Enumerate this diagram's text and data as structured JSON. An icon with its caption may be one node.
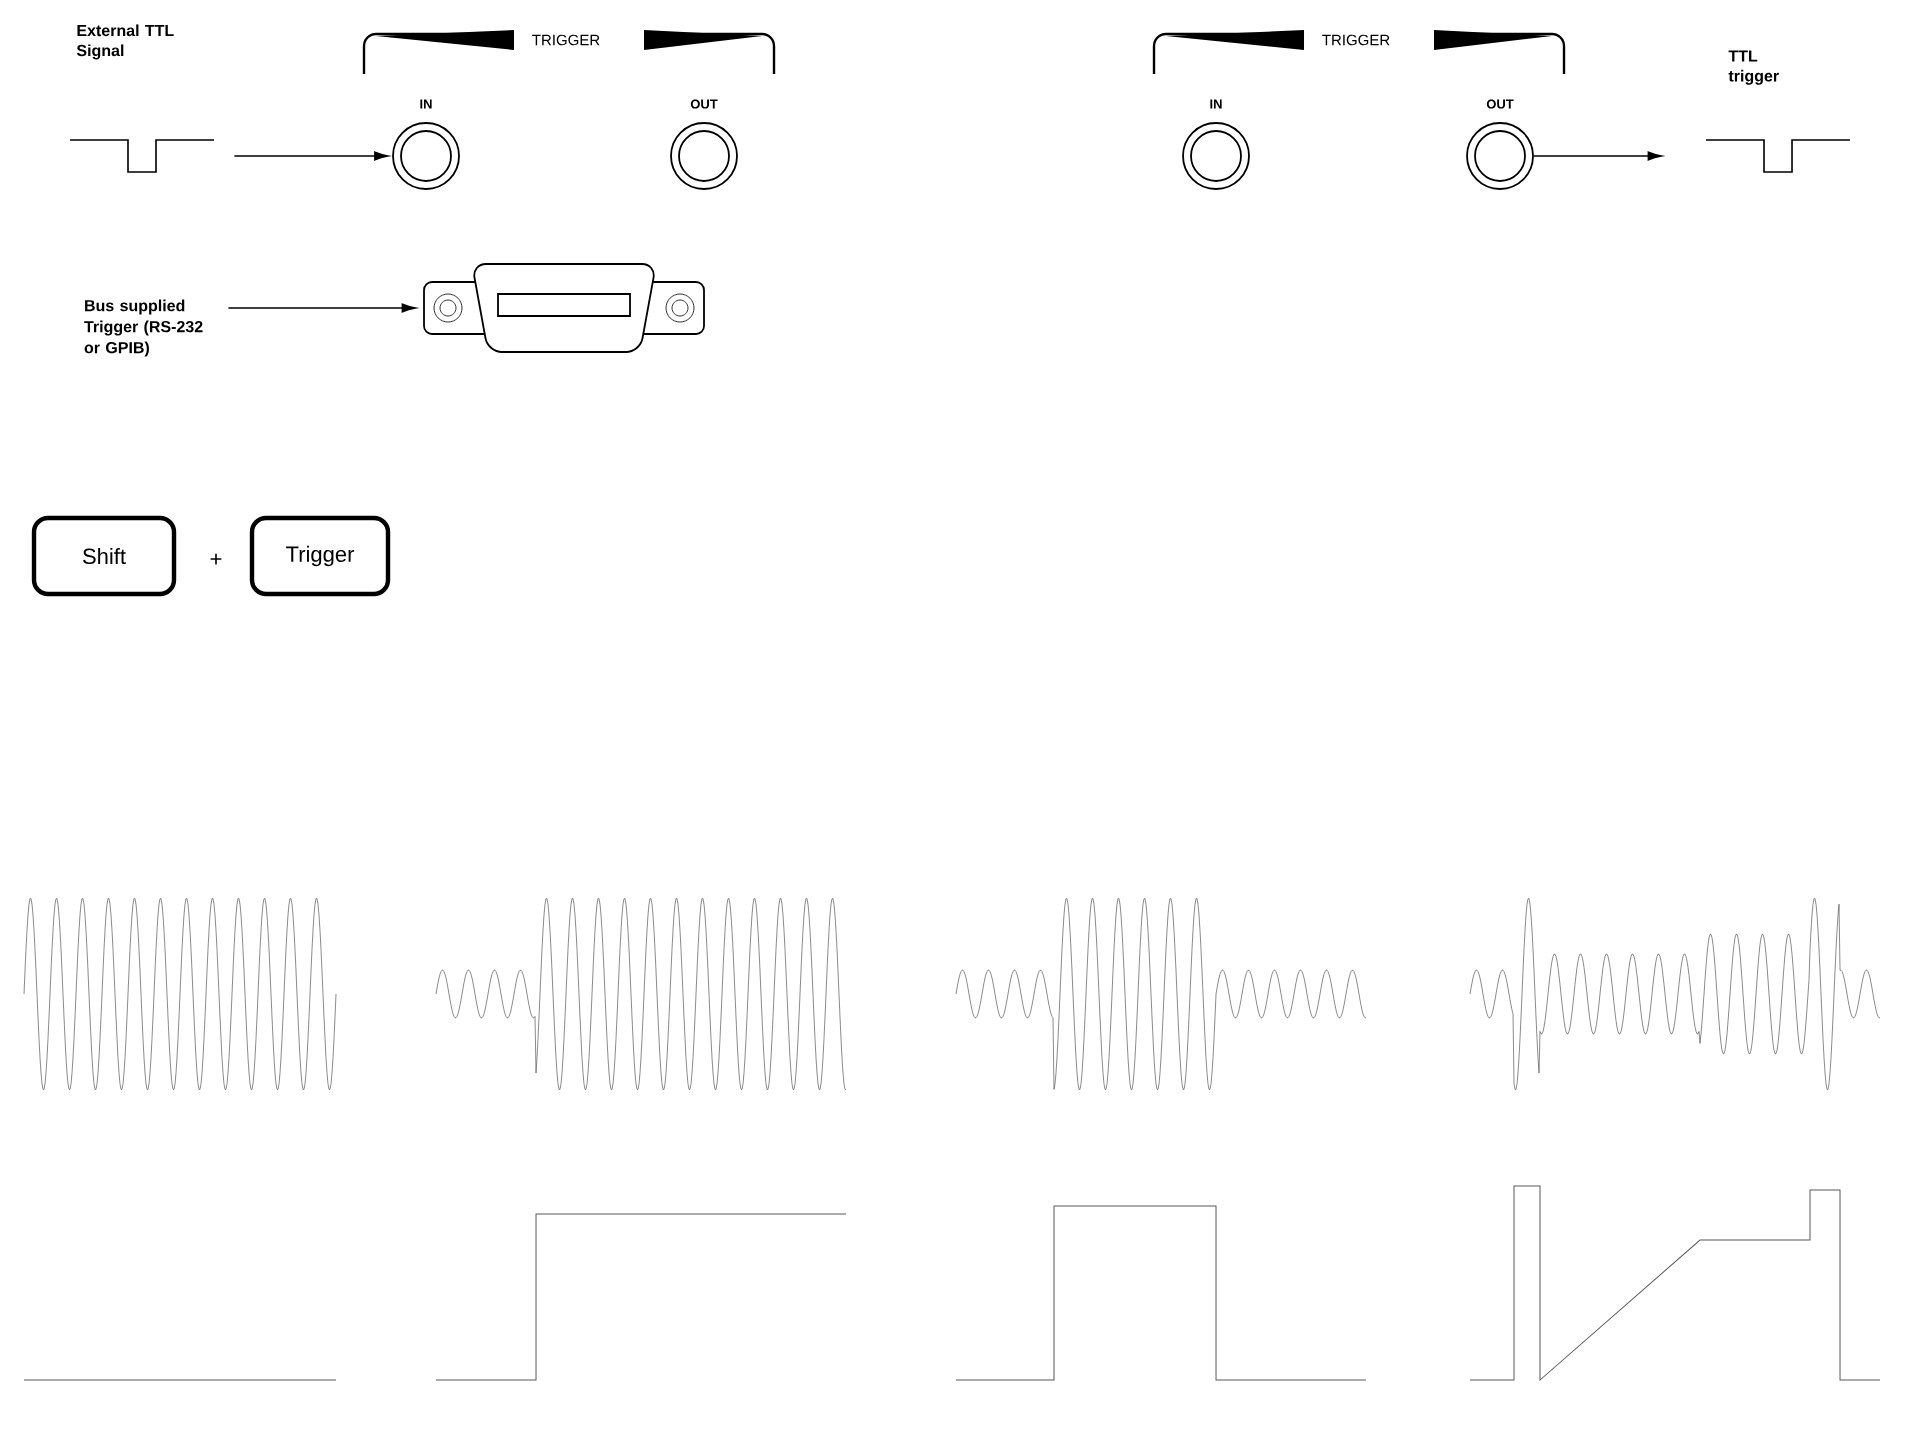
{
  "diagram": {
    "nodes": [
      {
        "text": [],
        "shape": "pulse"
      },
      {
        "text": [],
        "shape": "circle",
        "beside": [
          "IN"
        ]
      },
      {
        "text": [],
        "shape": "circle",
        "beside": [
          "OUT"
        ]
      },
      {
        "text": [
          "Bus supplied Trigger (RS-232 or GPIB)"
        ]
      },
      {
        "text": [],
        "shape": "connector"
      },
      {
        "text": [
          "Shift"
        ]
      },
      {
        "text": [
          "Trigger"
        ]
      },
      {
        "text": [],
        "shape": "circle",
        "beside": [
          "IN"
        ]
      },
      {
        "text": [],
        "shape": "circle",
        "beside": [
          "OUT"
        ]
      },
      {
        "text": [],
        "shape": "pulse",
        "beside": [
          "TTL trigger"
        ]
      }
    ],
    "edges": [
      {
        "from": 0,
        "to": 1,
        "arrow": "to"
      },
      {
        "from": 3,
        "to": 4,
        "arrow": "to"
      },
      {
        "from": 8,
        "to": 9,
        "arrow": "to"
      }
    ],
    "labels": [
      "External TTL Signal",
      "TRIGGER",
      "TRIGGER",
      "+"
    ]
  }
}
